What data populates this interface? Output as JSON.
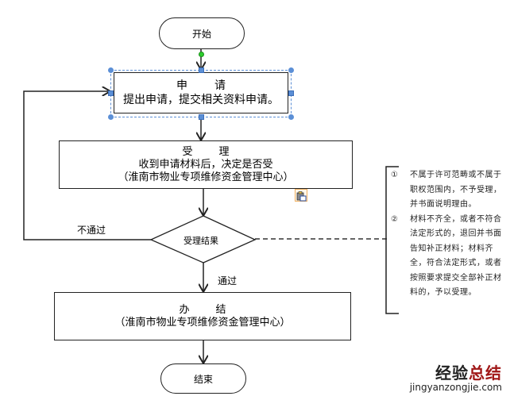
{
  "flowchart": {
    "start": {
      "label": "开始"
    },
    "apply": {
      "title": "申　请",
      "text": "提出申请，提交相关资料申请。"
    },
    "accept": {
      "title": "受　理",
      "text": "收到申请材料后，决定是否受",
      "org": "（淮南市物业专项维修资金管理中心）"
    },
    "decision": {
      "label": "受理结果"
    },
    "edge_reject": {
      "label": "不通过"
    },
    "edge_pass": {
      "label": "通过"
    },
    "finish": {
      "title": "办　结",
      "org": "（淮南市物业专项维修资金管理中心）"
    },
    "end": {
      "label": "结束"
    }
  },
  "note": {
    "items": [
      {
        "num": "①",
        "text": "不属于许可范畴或不属于职权范围内，不予受理，并书面说明理由。"
      },
      {
        "num": "②",
        "text": "材料不齐全，或者不符合法定形式的，退回并书面告知补正材料；材料齐全，符合法定形式，或者按照要求提交全部补正材料的，予以受理。"
      }
    ]
  },
  "watermark": {
    "cn_part1": "经验",
    "cn_part2": "总结",
    "url": "jingyanzongjie.com",
    "colors": {
      "dark": "#222222",
      "accent": "#a01818"
    }
  },
  "editor": {
    "selection_color": "#5b8fd6",
    "connection_point_color": "#2ecc2e"
  }
}
